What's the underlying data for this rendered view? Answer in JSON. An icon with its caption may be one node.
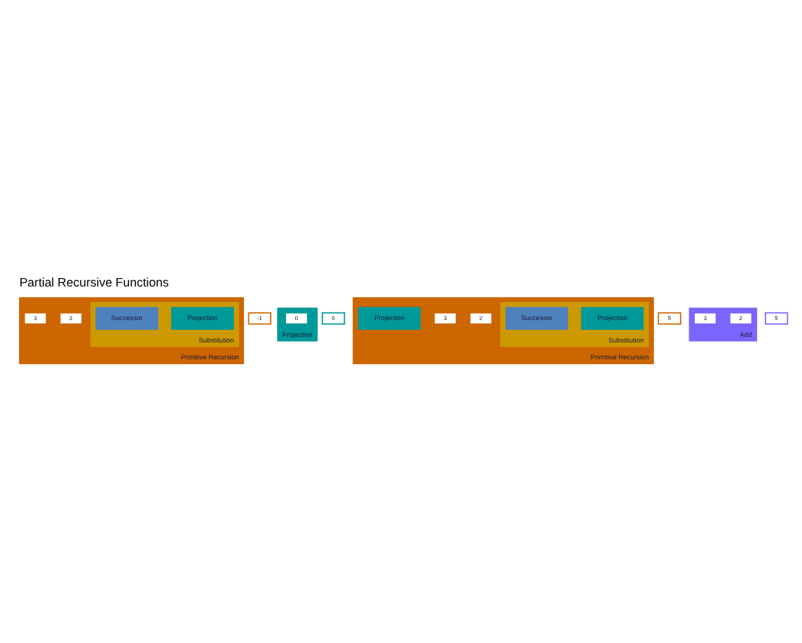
{
  "diagram": {
    "title": "Partial Recursive Functions",
    "nodes": [
      {
        "text": [
          "Primitive Recursion"
        ]
      },
      {
        "text": [
          "2"
        ],
        "in": 0
      },
      {
        "text": [
          "3"
        ],
        "in": 0
      },
      {
        "text": [
          "Substitution"
        ],
        "in": 0
      },
      {
        "text": [
          "Projection"
        ],
        "in": 3
      },
      {
        "text": [
          "Successor"
        ],
        "in": 3
      },
      {
        "text": [
          "-1"
        ]
      },
      {
        "text": [
          "Projection"
        ]
      },
      {
        "text": [
          "0"
        ],
        "in": 7
      },
      {
        "text": [
          "0"
        ]
      },
      {
        "text": [
          "Primitive Recursion"
        ]
      },
      {
        "text": [
          "2"
        ],
        "in": 10
      },
      {
        "text": [
          "3"
        ],
        "in": 10
      },
      {
        "text": [
          "Substitution"
        ],
        "in": 10
      },
      {
        "text": [
          "Projection"
        ],
        "in": 13
      },
      {
        "text": [
          "Successor"
        ],
        "in": 13
      },
      {
        "text": [
          "Projection"
        ],
        "in": 10
      },
      {
        "text": [
          "5"
        ]
      },
      {
        "text": [
          "Add"
        ]
      },
      {
        "text": [
          "2"
        ],
        "in": 18
      },
      {
        "text": [
          "3"
        ],
        "in": 18
      },
      {
        "text": [
          "5"
        ]
      }
    ]
  }
}
